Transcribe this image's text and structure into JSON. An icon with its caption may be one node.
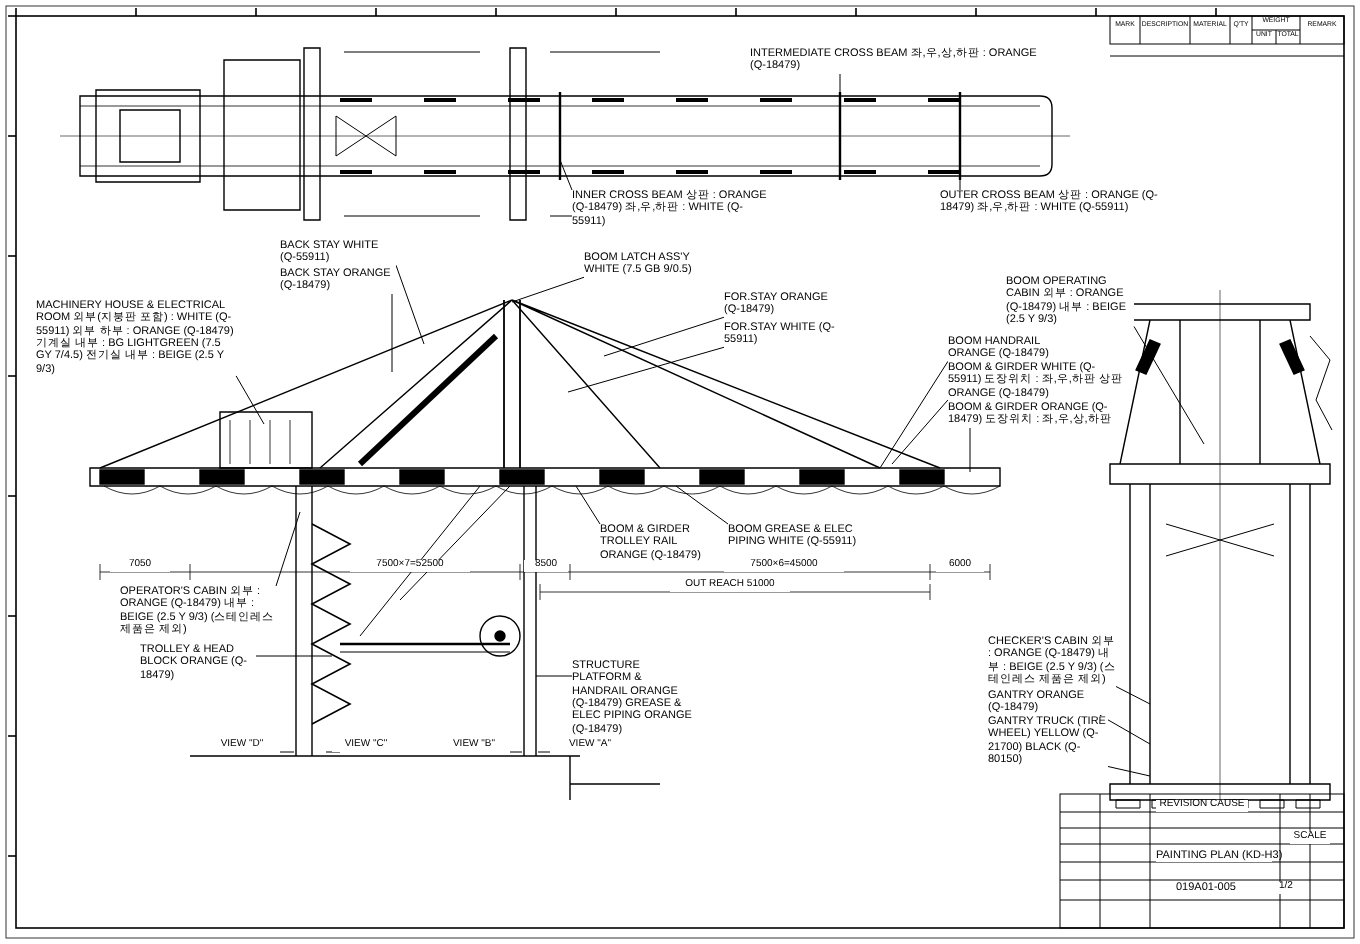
{
  "diagram": {
    "nodes": [
      {
        "text": [
          "INTERMEDIATE CROSS BEAM 좌,우,상,하판 : ORANGE (Q-18479)"
        ]
      },
      {
        "text": [
          "INNER CROSS BEAM 상판 : ORANGE (Q-18479) 좌,우,하판 : WHITE (Q-55911)"
        ]
      },
      {
        "text": [
          "OUTER CROSS BEAM 상판 : ORANGE (Q-18479) 좌,우,하판 : WHITE (Q-55911)"
        ]
      },
      {
        "text": [
          "MACHINERY HOUSE & ELECTRICAL ROOM 외부(지붕판 포함) : WHITE (Q-55911) 외부 하부 : ORANGE (Q-18479) 기계실 내부 : BG LIGHTGREEN (7.5 GY 7/4.5) 전기실 내부 : BEIGE (2.5 Y 9/3)"
        ]
      },
      {
        "text": [
          "BACK STAY WHITE (Q-55911)"
        ]
      },
      {
        "text": [
          "BACK STAY ORANGE (Q-18479)"
        ]
      },
      {
        "text": [
          "BOOM LATCH ASS'Y WHITE (7.5 GB 9/0.5)"
        ]
      },
      {
        "text": [
          "FOR.STAY ORANGE (Q-18479)"
        ]
      },
      {
        "text": [
          "FOR.STAY WHITE (Q-55911)"
        ]
      },
      {
        "text": [
          "BOOM HANDRAIL ORANGE (Q-18479)"
        ]
      },
      {
        "text": [
          "BOOM & GIRDER WHITE (Q-55911) 도장위치 : 좌,우,하판 상판 ORANGE (Q-18479)"
        ]
      },
      {
        "text": [
          "BOOM & GIRDER ORANGE (Q-18479) 도장위치 : 좌,우,상,하판"
        ]
      },
      {
        "text": [
          "BOOM OPERATING CABIN 외부 : ORANGE (Q-18479) 내부 : BEIGE (2.5 Y 9/3)"
        ]
      },
      {
        "text": [
          "BOOM & GIRDER TROLLEY RAIL ORANGE (Q-18479)"
        ]
      },
      {
        "text": [
          "BOOM GREASE & ELEC PIPING WHITE (Q-55911)"
        ]
      },
      {
        "text": [
          "OPERATOR'S CABIN 외부 : ORANGE (Q-18479) 내부 : BEIGE (2.5 Y 9/3) (스테인레스 제품은 제외)"
        ]
      },
      {
        "text": [
          "TROLLEY & HEAD BLOCK ORANGE (Q-18479)"
        ]
      },
      {
        "text": [
          "STRUCTURE PLATFORM & HANDRAIL ORANGE (Q-18479) GREASE & ELEC PIPING ORANGE (Q-18479)"
        ]
      },
      {
        "text": [
          "CHECKER'S CABIN 외부 : ORANGE (Q-18479) 내부 : BEIGE (2.5 Y 9/3) (스테인레스 제품은 제외)"
        ]
      },
      {
        "text": [
          "GANTRY ORANGE (Q-18479)"
        ]
      },
      {
        "text": [
          "GANTRY TRUCK (TIRE WHEEL) YELLOW (Q-21700) BLACK (Q-80150)"
        ]
      }
    ],
    "edges": [
      {
        "from": 0,
        "to": null,
        "arrow": "none"
      },
      {
        "from": 1,
        "to": null,
        "arrow": "none"
      },
      {
        "from": 2,
        "to": null,
        "arrow": "none"
      },
      {
        "from": 3,
        "to": null,
        "arrow": "none"
      },
      {
        "from": 4,
        "to": null,
        "arrow": "none"
      },
      {
        "from": 5,
        "to": null,
        "arrow": "none"
      },
      {
        "from": 6,
        "to": null,
        "arrow": "none"
      },
      {
        "from": 7,
        "to": null,
        "arrow": "none"
      },
      {
        "from": 8,
        "to": null,
        "arrow": "none"
      },
      {
        "from": 9,
        "to": null,
        "arrow": "none"
      },
      {
        "from": 10,
        "to": null,
        "arrow": "none"
      },
      {
        "from": 11,
        "to": null,
        "arrow": "none"
      },
      {
        "from": 12,
        "to": null,
        "arrow": "none"
      },
      {
        "from": 13,
        "to": null,
        "arrow": "none"
      },
      {
        "from": 14,
        "to": null,
        "arrow": "none"
      },
      {
        "from": 15,
        "to": null,
        "arrow": "none"
      },
      {
        "from": 16,
        "to": null,
        "arrow": "none"
      },
      {
        "from": 17,
        "to": null,
        "arrow": "none"
      },
      {
        "from": 18,
        "to": null,
        "arrow": "none"
      },
      {
        "from": 19,
        "to": null,
        "arrow": "none"
      },
      {
        "from": 20,
        "to": null,
        "arrow": "none"
      }
    ],
    "labels": [
      "MARK",
      "DESCRIPTION",
      "MATERIAL",
      "Q'TY",
      "WEIGHT",
      "UNIT",
      "TOTAL",
      "REMARK",
      "7050",
      "7500×7=52500",
      "8500",
      "7500×6=45000",
      "6000",
      "OUT REACH 51000",
      "VIEW \"D\"",
      "VIEW \"C\"",
      "VIEW \"B\"",
      "VIEW \"A\"",
      "REVISION CAUSE",
      "PAINTING PLAN (KD-H3)",
      "019A01-005",
      "SCALE",
      "1/2"
    ]
  }
}
